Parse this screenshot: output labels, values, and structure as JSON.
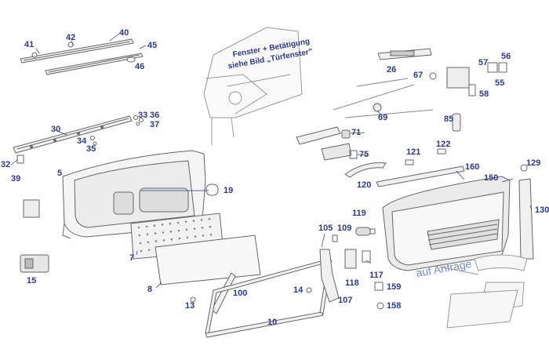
{
  "colors": {
    "part_stroke": "#666666",
    "part_fill": "#f2f2f2",
    "label": "#2b3a8f",
    "request_note": "#6f8fc8"
  },
  "notes": {
    "window_line1": "Fenster + Betätigung",
    "window_line2": "siehe Bild „Türfenster\"",
    "on_request": "auf Anfrage"
  },
  "part_numbers": [
    "41",
    "42",
    "40",
    "45",
    "46",
    "30",
    "33",
    "36",
    "37",
    "34",
    "35",
    "32",
    "39",
    "5",
    "19",
    "7",
    "8",
    "13",
    "15",
    "100",
    "10",
    "14",
    "105",
    "109",
    "107",
    "119",
    "118",
    "117",
    "159",
    "158",
    "71",
    "75",
    "69",
    "26",
    "67",
    "57",
    "56",
    "55",
    "58",
    "85",
    "121",
    "122",
    "120",
    "160",
    "150",
    "129",
    "130"
  ]
}
